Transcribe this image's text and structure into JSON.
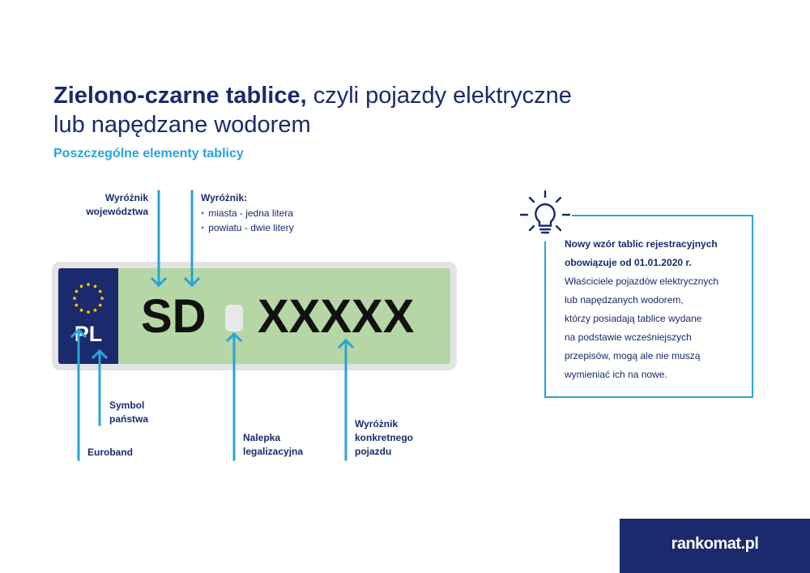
{
  "header": {
    "title_bold": "Zielono-czarne tablice,",
    "title_rest": " czyli pojazdy elektryczne",
    "title_line2": "lub napędzane wodorem",
    "subtitle": "Poszczególne elementy tablicy"
  },
  "labels": {
    "wyroznik_wojewodztwa_1": "Wyróżnik",
    "wyroznik_wojewodztwa_2": "województwa",
    "wyroznik_title": "Wyróżnik:",
    "wyroznik_items": [
      "miasta - jedna litera",
      "powiatu - dwie litery"
    ],
    "symbol_panstwa_1": "Symbol",
    "symbol_panstwa_2": "państwa",
    "euroband": "Euroband",
    "nalepka_1": "Nalepka",
    "nalepka_2": "legalizacyjna",
    "konkretny_1": "Wyróżnik",
    "konkretny_2": "konkretnego",
    "konkretny_3": "pojazdu"
  },
  "plate": {
    "country": "PL",
    "region": "SD",
    "number": "XXXXX",
    "colors": {
      "background": "#b5d7a5",
      "euroband": "#1a2a6c",
      "frame": "#e3e3e3",
      "stars": "#f5c400"
    }
  },
  "info": {
    "bold_line1": "Nowy wzór tablic rejestracyjnych",
    "bold_line2": "obowiązuje od 01.01.2020 r.",
    "lines": [
      "Właściciele pojazdów elektrycznych",
      "lub napędzanych wodorem,",
      "którzy posiadają tablice wydane",
      "na podstawie wcześniejszych",
      "przepisów, mogą ale nie muszą",
      "wymieniać ich na nowe."
    ],
    "icon": "lightbulb-icon"
  },
  "footer": {
    "logo": "rankomat.pl"
  },
  "colors": {
    "navy": "#1a2a6c",
    "accent": "#29a3dc"
  }
}
